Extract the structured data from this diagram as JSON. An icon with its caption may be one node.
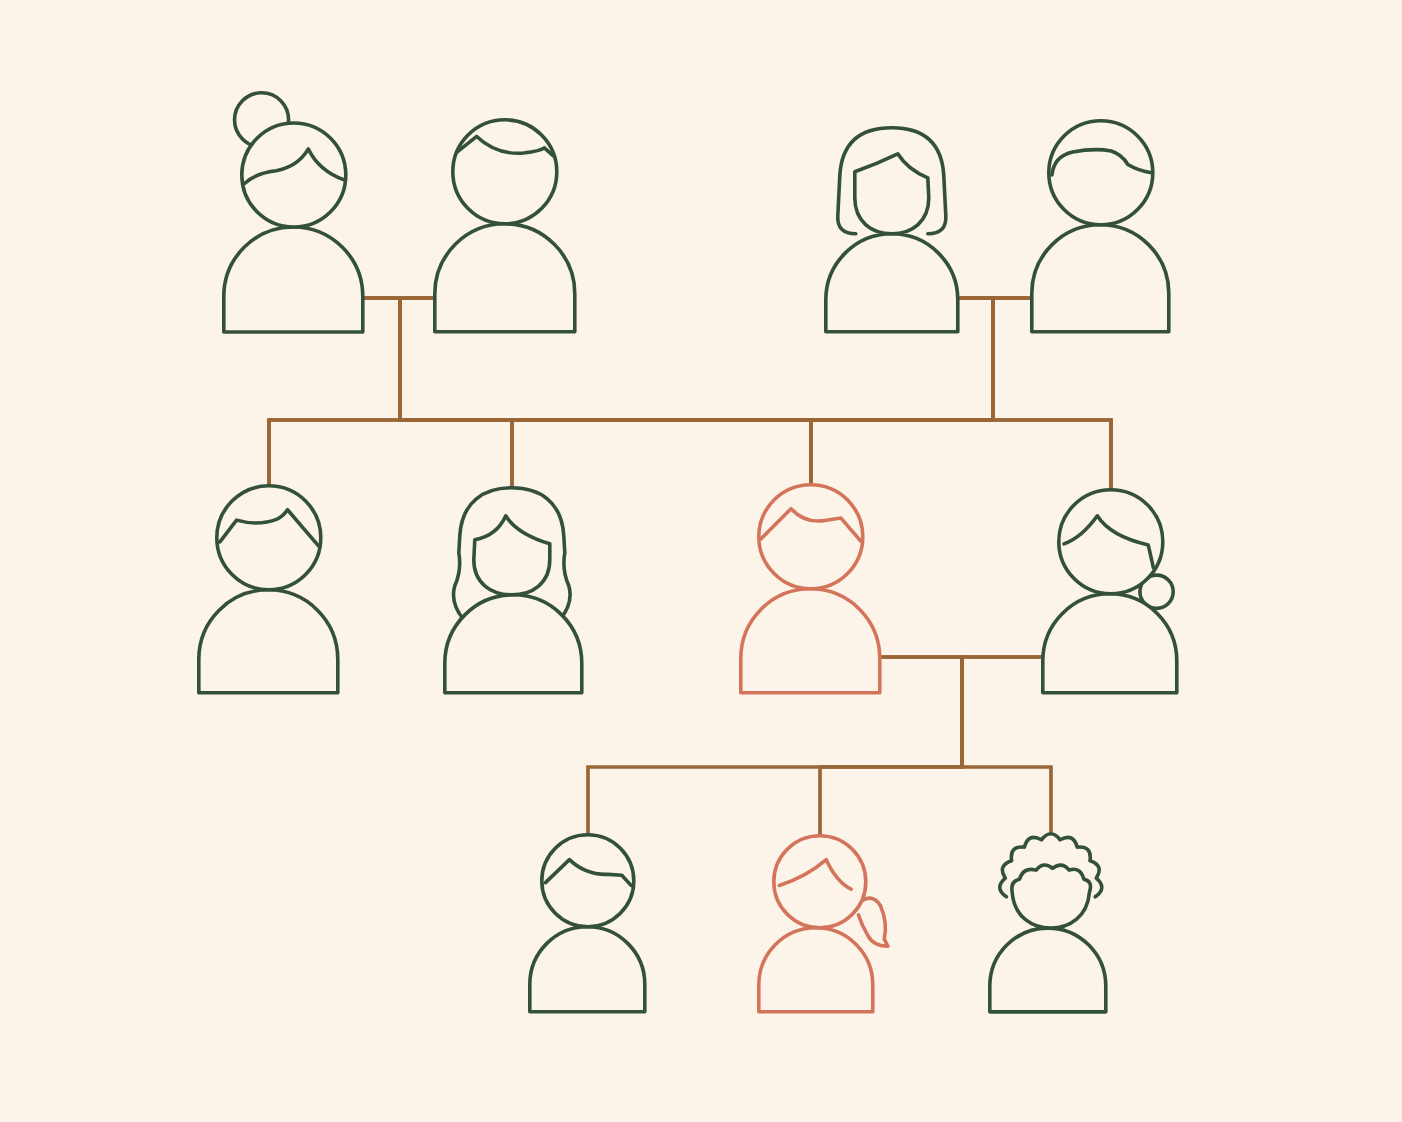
{
  "diagram": {
    "nodes": [
      {
        "text": [],
        "shape": "person"
      },
      {
        "text": [],
        "shape": "person"
      },
      {
        "text": [],
        "shape": "person"
      },
      {
        "text": [],
        "shape": "person"
      },
      {
        "text": [],
        "shape": "person"
      },
      {
        "text": [],
        "shape": "person"
      },
      {
        "text": [],
        "shape": "person"
      },
      {
        "text": [],
        "shape": "person"
      },
      {
        "text": [],
        "shape": "person"
      },
      {
        "text": [],
        "shape": "person"
      },
      {
        "text": [],
        "shape": "person"
      }
    ],
    "edges": [
      {
        "from": 0,
        "to": 1,
        "arrow": "none"
      },
      {
        "from": 2,
        "to": 3,
        "arrow": "none"
      },
      {
        "from": 0,
        "to": 4,
        "arrow": "none"
      },
      {
        "from": 0,
        "to": 5,
        "arrow": "none"
      },
      {
        "from": 0,
        "to": 6,
        "arrow": "none"
      },
      {
        "from": 0,
        "to": 7,
        "arrow": "none"
      },
      {
        "from": 1,
        "to": 4,
        "arrow": "none"
      },
      {
        "from": 1,
        "to": 5,
        "arrow": "none"
      },
      {
        "from": 1,
        "to": 6,
        "arrow": "none"
      },
      {
        "from": 1,
        "to": 7,
        "arrow": "none"
      },
      {
        "from": 2,
        "to": 4,
        "arrow": "none"
      },
      {
        "from": 2,
        "to": 5,
        "arrow": "none"
      },
      {
        "from": 2,
        "to": 6,
        "arrow": "none"
      },
      {
        "from": 2,
        "to": 7,
        "arrow": "none"
      },
      {
        "from": 3,
        "to": 4,
        "arrow": "none"
      },
      {
        "from": 3,
        "to": 5,
        "arrow": "none"
      },
      {
        "from": 3,
        "to": 6,
        "arrow": "none"
      },
      {
        "from": 3,
        "to": 7,
        "arrow": "none"
      },
      {
        "from": 6,
        "to": 7,
        "arrow": "none"
      },
      {
        "from": 6,
        "to": 8,
        "arrow": "none"
      },
      {
        "from": 6,
        "to": 9,
        "arrow": "none"
      },
      {
        "from": 6,
        "to": 10,
        "arrow": "none"
      },
      {
        "from": 7,
        "to": 8,
        "arrow": "none"
      },
      {
        "from": 7,
        "to": 9,
        "arrow": "none"
      },
      {
        "from": 7,
        "to": 10,
        "arrow": "none"
      }
    ]
  }
}
